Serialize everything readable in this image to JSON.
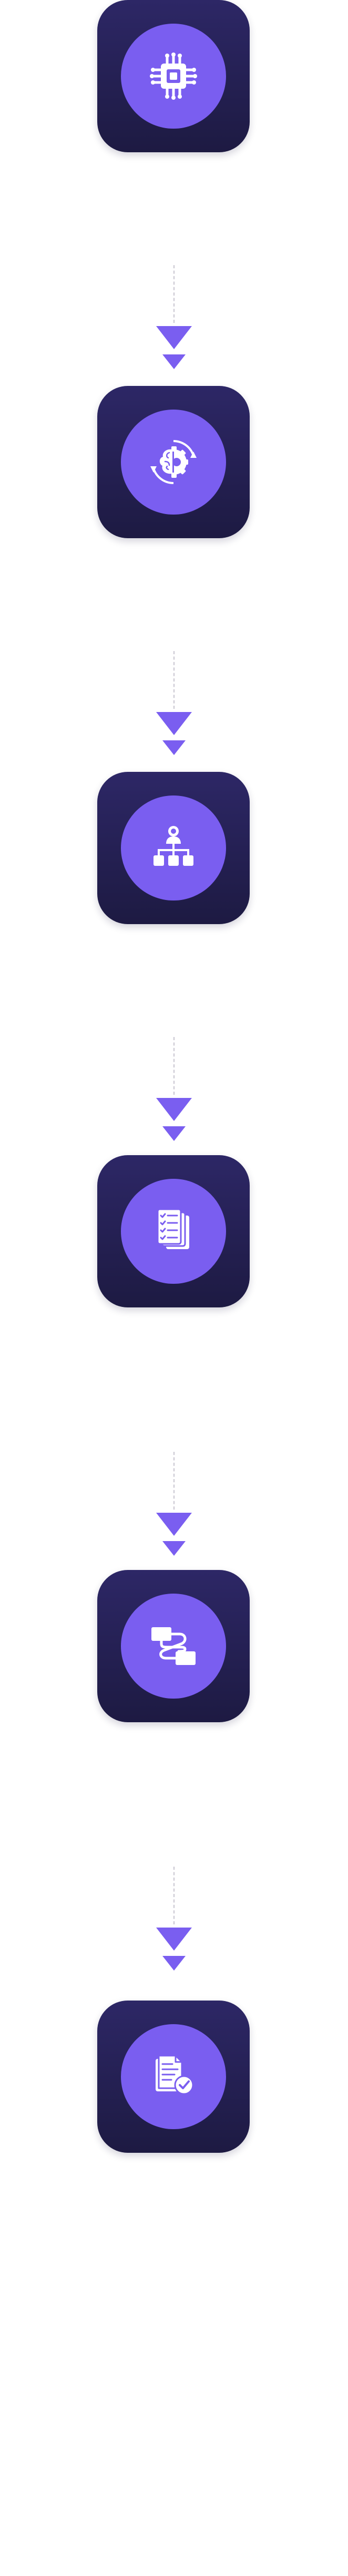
{
  "colors": {
    "card_top": "#2d2766",
    "card_bottom": "#1d1a42",
    "accent": "#7a5ef0",
    "connector_line": "#c7c4cf",
    "icon": "#ffffff"
  },
  "steps": [
    {
      "icon": "chip-icon"
    },
    {
      "icon": "gear-brain-cycle-icon"
    },
    {
      "icon": "org-hierarchy-icon"
    },
    {
      "icon": "checklist-documents-icon"
    },
    {
      "icon": "flow-path-icon"
    },
    {
      "icon": "document-approved-icon"
    }
  ],
  "connectors": [
    {
      "from": 1,
      "to": 2,
      "style": "dashed-line-double-arrow"
    },
    {
      "from": 2,
      "to": 3,
      "style": "dashed-line-double-arrow"
    },
    {
      "from": 3,
      "to": 4,
      "style": "dashed-line-double-arrow"
    },
    {
      "from": 4,
      "to": 5,
      "style": "dashed-line-double-arrow"
    },
    {
      "from": 5,
      "to": 6,
      "style": "dashed-line-double-arrow"
    }
  ]
}
